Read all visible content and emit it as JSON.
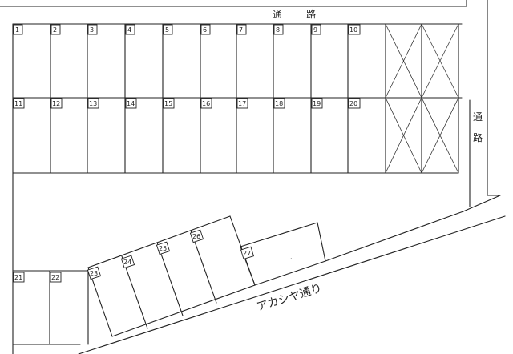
{
  "roads": {
    "top": {
      "chars": [
        "通",
        "路"
      ]
    },
    "right": {
      "chars": [
        "通",
        "路"
      ]
    },
    "avenue": {
      "name": "アカシヤ通り"
    }
  },
  "lots": {
    "upper_row": [
      "1",
      "2",
      "3",
      "4",
      "5",
      "6",
      "7",
      "8",
      "9",
      "10"
    ],
    "lower_row": [
      "11",
      "12",
      "13",
      "14",
      "15",
      "16",
      "17",
      "18",
      "19",
      "20"
    ],
    "left_bottom": [
      "21",
      "22"
    ],
    "angled": [
      "23",
      "24",
      "25",
      "26"
    ],
    "corner": "27"
  },
  "mark": "·"
}
